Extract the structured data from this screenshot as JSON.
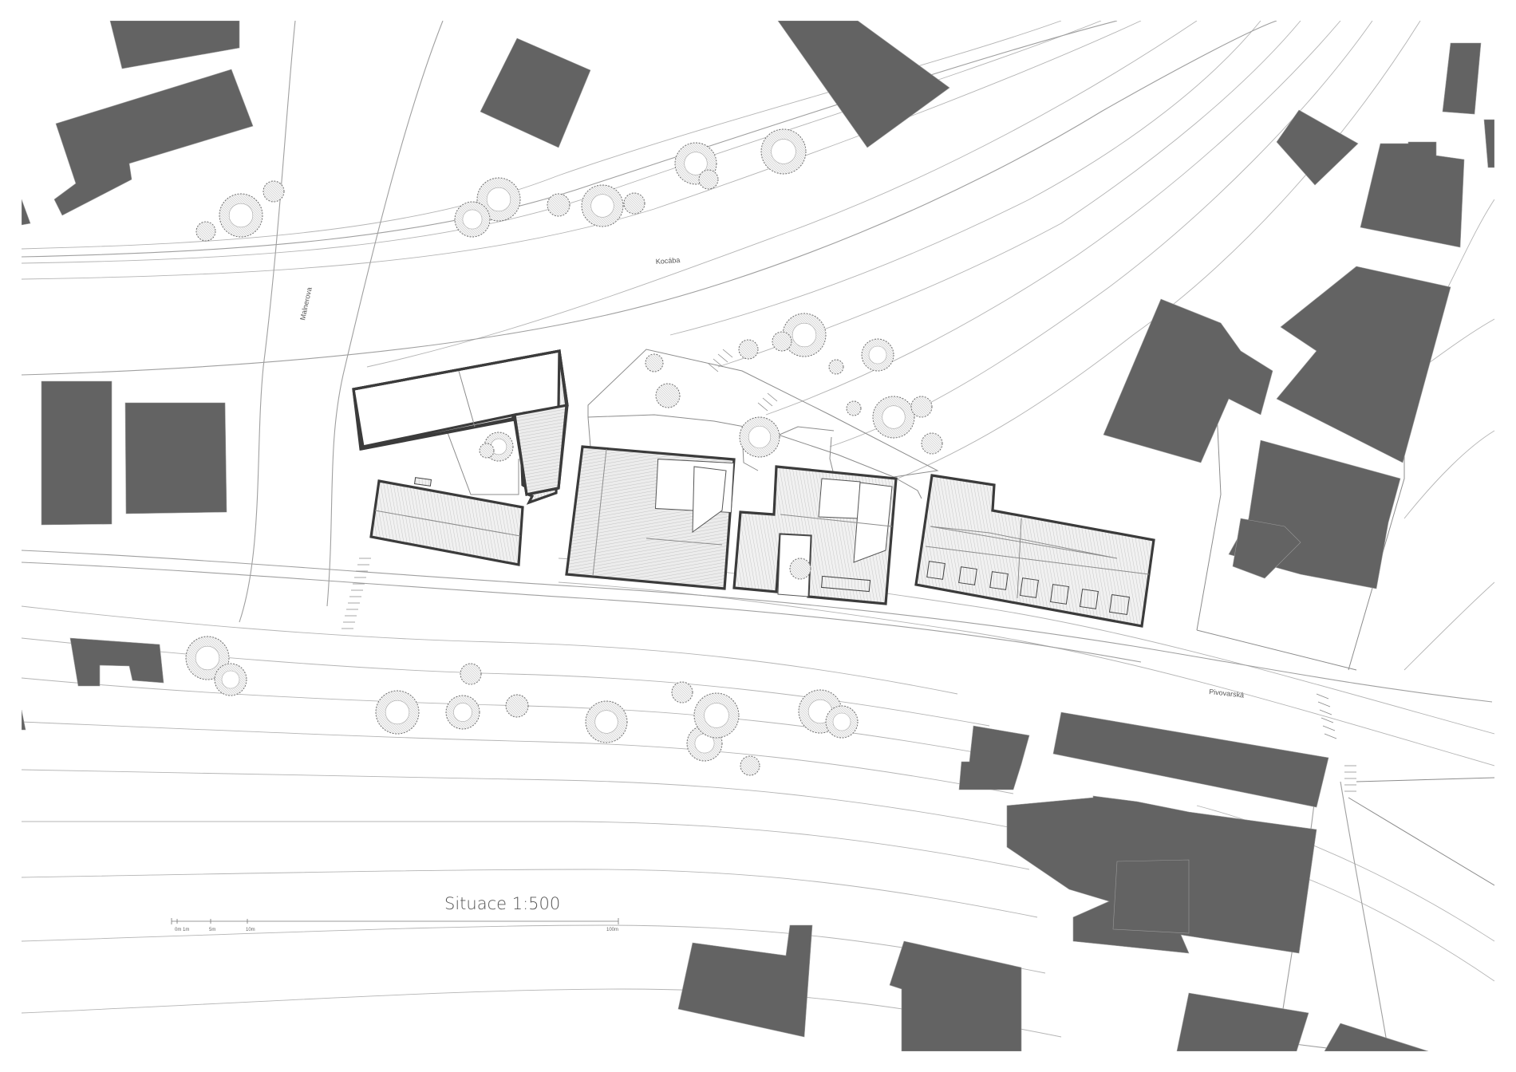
{
  "title": "Situace 1:500",
  "streets": [
    {
      "id": "kocaba",
      "label": "Kocába"
    },
    {
      "id": "mlynska",
      "label": "Malnerova"
    },
    {
      "id": "pivovarska",
      "label": "Pivovarská"
    }
  ],
  "scale_bar": {
    "ticks": [
      "0m",
      "1m",
      "5m",
      "10m",
      "100m"
    ]
  },
  "colors": {
    "existing_building": "#636363",
    "new_building_outline": "#3b3b3b",
    "contour": "#b4b4b4",
    "background": "#ffffff"
  }
}
